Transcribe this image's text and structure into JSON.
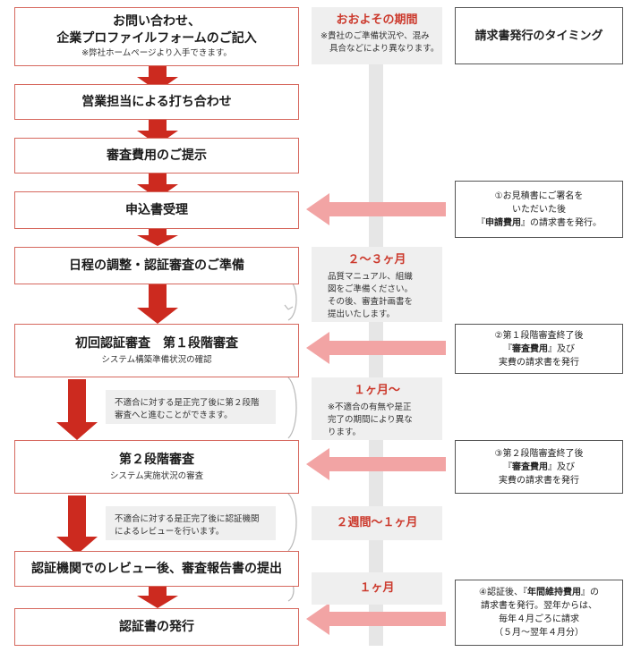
{
  "steps": [
    {
      "title_line1": "お問い合わせ、",
      "title_line2": "企業プロファイルフォームのご記入",
      "sub": "※弊社ホームページより入手できます。"
    },
    {
      "title": "営業担当による打ち合わせ"
    },
    {
      "title": "審査費用のご提示"
    },
    {
      "title": "申込書受理"
    },
    {
      "title": "日程の調整・認証審査のご準備"
    },
    {
      "title": "初回認証審査　第１段階審査",
      "sub": "システム構築準備状況の確認"
    },
    {
      "title": "第２段階審査",
      "sub": "システム実施状況の審査"
    },
    {
      "title": "認証機関でのレビュー後、審査報告書の提出"
    },
    {
      "title": "認証書の発行"
    }
  ],
  "period_header": {
    "title": "おおよその期間",
    "note_line1": "※貴社のご準備状況や、混み",
    "note_line2": "具合などにより異なります。"
  },
  "periods": [
    {
      "title": "２〜３ヶ月",
      "lines": [
        "品質マニュアル、組織",
        "図をご準備ください。",
        "その後、審査計画書を",
        "提出いたします。"
      ]
    },
    {
      "title": "１ヶ月〜",
      "lines": [
        "※不適合の有無や是正",
        "完了の期間により異な",
        "ります。"
      ]
    },
    {
      "title": "２週間〜１ヶ月"
    },
    {
      "title": "１ヶ月"
    }
  ],
  "notes": [
    {
      "line1": "不適合に対する是正完了後に第２段階",
      "line2": "審査へと進むことができます。"
    },
    {
      "line1": "不適合に対する是正完了後に認証機関",
      "line2": "によるレビューを行います。"
    }
  ],
  "timing_header": {
    "title": "請求書発行のタイミング"
  },
  "timings": [
    {
      "line1": "①お見積書にご署名を",
      "line2": "いただいた後",
      "line3_pre": "『",
      "line3_bold": "申請費用",
      "line3_post": "』の請求書を発行。"
    },
    {
      "line1": "②第１段階審査終了後",
      "line2_pre": "『",
      "line2_bold": "審査費用",
      "line2_post": "』及び",
      "line3": "実費の請求書を発行"
    },
    {
      "line1": "③第２段階審査終了後",
      "line2_pre": "『",
      "line2_bold": "審査費用",
      "line2_post": "』及び",
      "line3": "実費の請求書を発行"
    },
    {
      "line1_pre": "④認証後、『",
      "line1_bold": "年間維持費用",
      "line1_post": "』の",
      "line2": "請求書を発行。翌年からは、",
      "line3": "毎年４月ごろに請求",
      "line4": "（５月〜翌年４月分）"
    }
  ],
  "colors": {
    "accent": "#cc2a1f",
    "pink_arrow": "#f2a4a4",
    "gray_bg": "#efefef",
    "step_border": "#d6685e"
  }
}
